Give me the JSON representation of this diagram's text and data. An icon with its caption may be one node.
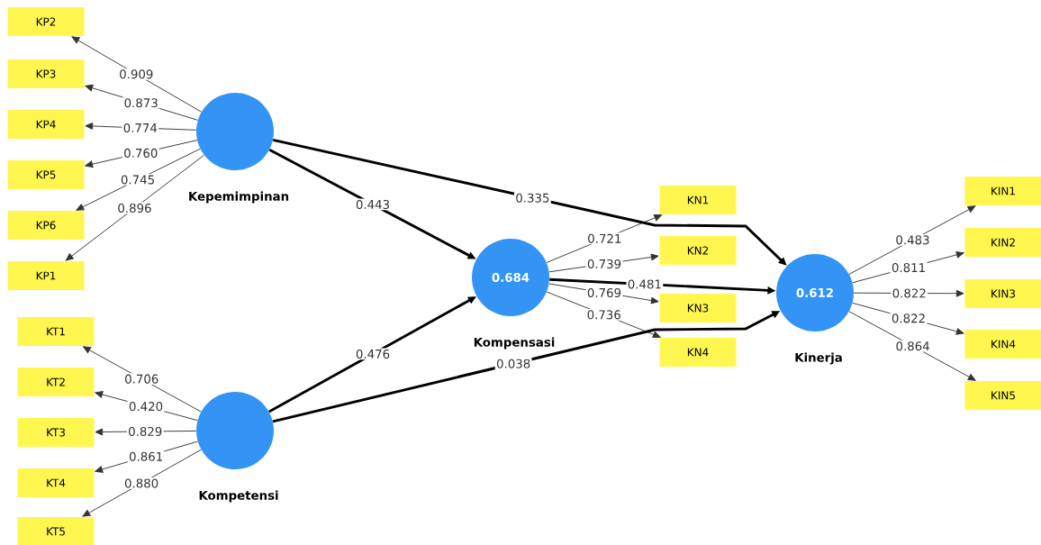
{
  "diagram": {
    "nodes": [
      {
        "text": [
          "Kepemimpinan"
        ]
      },
      {
        "text": [
          "Kompetensi"
        ]
      },
      {
        "text": [
          "0.684",
          "Kompensasi"
        ]
      },
      {
        "text": [
          "0.612",
          "Kinerja"
        ]
      },
      {
        "text": [
          "KP2"
        ]
      },
      {
        "text": [
          "KP3"
        ]
      },
      {
        "text": [
          "KP4"
        ]
      },
      {
        "text": [
          "KP5"
        ]
      },
      {
        "text": [
          "KP6"
        ]
      },
      {
        "text": [
          "KP1"
        ]
      },
      {
        "text": [
          "KT1"
        ]
      },
      {
        "text": [
          "KT2"
        ]
      },
      {
        "text": [
          "KT3"
        ]
      },
      {
        "text": [
          "KT4"
        ]
      },
      {
        "text": [
          "KT5"
        ]
      },
      {
        "text": [
          "KN1"
        ]
      },
      {
        "text": [
          "KN2"
        ]
      },
      {
        "text": [
          "KN3"
        ]
      },
      {
        "text": [
          "KN4"
        ]
      },
      {
        "text": [
          "KIN1"
        ]
      },
      {
        "text": [
          "KIN2"
        ]
      },
      {
        "text": [
          "KIN3"
        ]
      },
      {
        "text": [
          "KIN4"
        ]
      },
      {
        "text": [
          "KIN5"
        ]
      }
    ],
    "edges": [
      {
        "from": 0,
        "to": 4,
        "arrow": "to",
        "label": "0.909"
      },
      {
        "from": 0,
        "to": 5,
        "arrow": "to",
        "label": "0.873"
      },
      {
        "from": 0,
        "to": 6,
        "arrow": "to",
        "label": "0.774"
      },
      {
        "from": 0,
        "to": 7,
        "arrow": "to",
        "label": "0.760"
      },
      {
        "from": 0,
        "to": 8,
        "arrow": "to",
        "label": "0.745"
      },
      {
        "from": 0,
        "to": 9,
        "arrow": "to",
        "label": "0.896"
      },
      {
        "from": 1,
        "to": 10,
        "arrow": "to",
        "label": "0.706"
      },
      {
        "from": 1,
        "to": 11,
        "arrow": "to",
        "label": "0.420"
      },
      {
        "from": 1,
        "to": 12,
        "arrow": "to",
        "label": "0.829"
      },
      {
        "from": 1,
        "to": 13,
        "arrow": "to",
        "label": "0.861"
      },
      {
        "from": 1,
        "to": 14,
        "arrow": "to",
        "label": "0.880"
      },
      {
        "from": 2,
        "to": 15,
        "arrow": "to",
        "label": "0.721"
      },
      {
        "from": 2,
        "to": 16,
        "arrow": "to",
        "label": "0.739"
      },
      {
        "from": 2,
        "to": 17,
        "arrow": "to",
        "label": "0.769"
      },
      {
        "from": 2,
        "to": 18,
        "arrow": "to",
        "label": "0.736"
      },
      {
        "from": 3,
        "to": 19,
        "arrow": "to",
        "label": "0.483"
      },
      {
        "from": 3,
        "to": 20,
        "arrow": "to",
        "label": "0.811"
      },
      {
        "from": 3,
        "to": 21,
        "arrow": "to",
        "label": "0.822"
      },
      {
        "from": 3,
        "to": 22,
        "arrow": "to",
        "label": "0.822"
      },
      {
        "from": 3,
        "to": 23,
        "arrow": "to",
        "label": "0.864"
      },
      {
        "from": 0,
        "to": 2,
        "arrow": "to",
        "label": "0.443",
        "style": "thick"
      },
      {
        "from": 0,
        "to": 3,
        "arrow": "to",
        "label": "0.335",
        "style": "thick"
      },
      {
        "from": 2,
        "to": 3,
        "arrow": "to",
        "label": "0.481",
        "style": "thick"
      },
      {
        "from": 1,
        "to": 2,
        "arrow": "to",
        "label": "0.476",
        "style": "thick"
      },
      {
        "from": 1,
        "to": 3,
        "arrow": "to",
        "label": "0.038",
        "style": "thick"
      }
    ]
  }
}
